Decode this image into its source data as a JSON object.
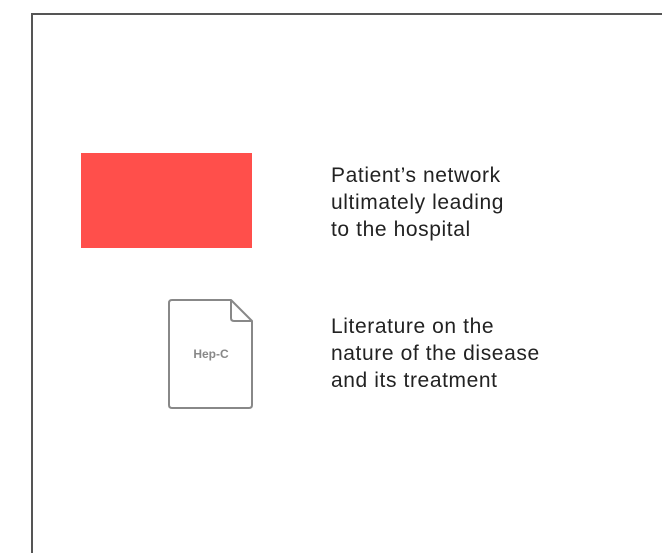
{
  "legend": {
    "items": [
      {
        "text": "Patient’s network\nultimately leading\nto the hospital",
        "swatch_color": "#ff4f4b",
        "icon": "red-rectangle-swatch"
      },
      {
        "text": "Literature on the\nnature of the disease\nand its treatment",
        "icon": "document-icon",
        "icon_label": "Hep-C",
        "icon_color": "#888888"
      }
    ]
  }
}
